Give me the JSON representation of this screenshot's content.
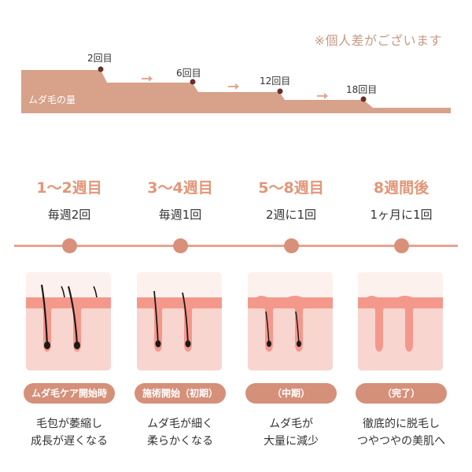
{
  "note": "※個人差がございます",
  "amount_chart": {
    "area_label": "ムダ毛の量",
    "steps": [
      {
        "label": "2回目"
      },
      {
        "label": "6回目"
      },
      {
        "label": "12回目"
      },
      {
        "label": "18回目"
      }
    ],
    "fill_color": "#d7a18a",
    "marker_color": "#6b2d2a",
    "arrow_color": "#e5a796"
  },
  "stages": [
    {
      "period": "1～2週目",
      "frequency": "毎週2回",
      "pill": "ムダ毛ケア開始時",
      "desc": [
        "毛包が萎縮し",
        "成長が遅くなる"
      ],
      "hair_state": "long-hairs"
    },
    {
      "period": "3～4週目",
      "frequency": "毎週1回",
      "pill": "施術開始（初期）",
      "desc": [
        "ムダ毛が細く",
        "柔らかくなる"
      ],
      "hair_state": "thin-hairs"
    },
    {
      "period": "5～8週目",
      "frequency": "2週に1回",
      "pill": "（中期）",
      "desc": [
        "ムダ毛が",
        "大量に減少"
      ],
      "hair_state": "few-hairs"
    },
    {
      "period": "8週間後",
      "frequency": "1ヶ月に1回",
      "pill": "（完了）",
      "desc": [
        "徹底的に脱毛し",
        "つやつやの美肌へ"
      ],
      "hair_state": "no-hairs"
    }
  ],
  "colors": {
    "accent": "#e29678",
    "timeline": "#e4a48f",
    "pill": "#d5907a",
    "skin_pink": "#f4988b",
    "skin_light": "#f8d6cf",
    "card_bg": "#fdf1ee",
    "hair": "#1a1a1a"
  }
}
